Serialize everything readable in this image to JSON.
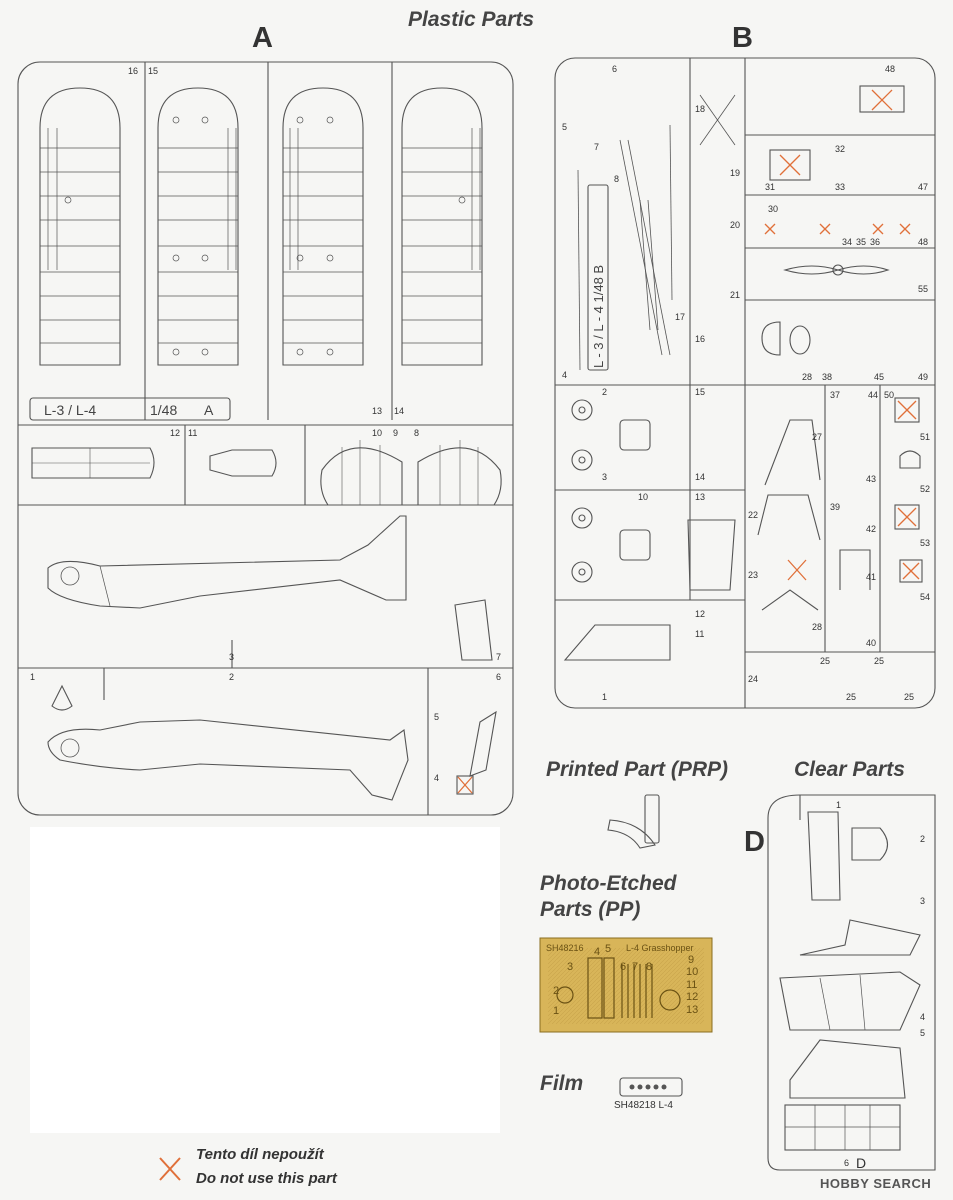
{
  "headings": {
    "plastic": "Plastic Parts",
    "printed": "Printed Part (PRP)",
    "clear": "Clear Parts",
    "photo_etched_1": "Photo-Etched",
    "photo_etched_2": "Parts (PP)",
    "film": "Film"
  },
  "sprue_letters": {
    "a": "A",
    "b": "B",
    "d": "D"
  },
  "sprue_a": {
    "label_type": "L-3 / L-4",
    "label_scale": "1/48",
    "label_letter": "A",
    "part_numbers": [
      "16",
      "15",
      "13",
      "14",
      "12",
      "11",
      "10",
      "9",
      "8",
      "3",
      "7",
      "1",
      "2",
      "6",
      "5",
      "4"
    ]
  },
  "sprue_b": {
    "side_label": "L - 3 / L - 4  1/48  B",
    "part_numbers": [
      "6",
      "5",
      "4",
      "7",
      "8",
      "18",
      "19",
      "20",
      "21",
      "16",
      "17",
      "2",
      "3",
      "10",
      "13",
      "14",
      "15",
      "12",
      "11",
      "1",
      "48",
      "32",
      "31",
      "33",
      "47",
      "30",
      "34",
      "35",
      "36",
      "48",
      "55",
      "28",
      "38",
      "45",
      "49",
      "37",
      "44",
      "50",
      "27",
      "51",
      "43",
      "52",
      "22",
      "39",
      "42",
      "53",
      "23",
      "41",
      "54",
      "40",
      "28",
      "24",
      "25",
      "25",
      "25",
      "25"
    ]
  },
  "photo_etched": {
    "code": "SH48216",
    "title": "L-4 Grasshopper",
    "numbers": [
      "1",
      "2",
      "3",
      "4",
      "5",
      "6",
      "7",
      "8",
      "9",
      "10",
      "11",
      "12",
      "13"
    ]
  },
  "film": {
    "label": "SH48218 L-4"
  },
  "clear_sprue": {
    "part_numbers": [
      "1",
      "2",
      "3",
      "4",
      "5",
      "6"
    ]
  },
  "legend": {
    "line1": "Tento díl nepoužít",
    "line2": "Do not use this part",
    "color": "#e0703a"
  },
  "watermark": {
    "text": "HOBBY SEARCH",
    "sub": "© HOBBY SEARCH"
  }
}
